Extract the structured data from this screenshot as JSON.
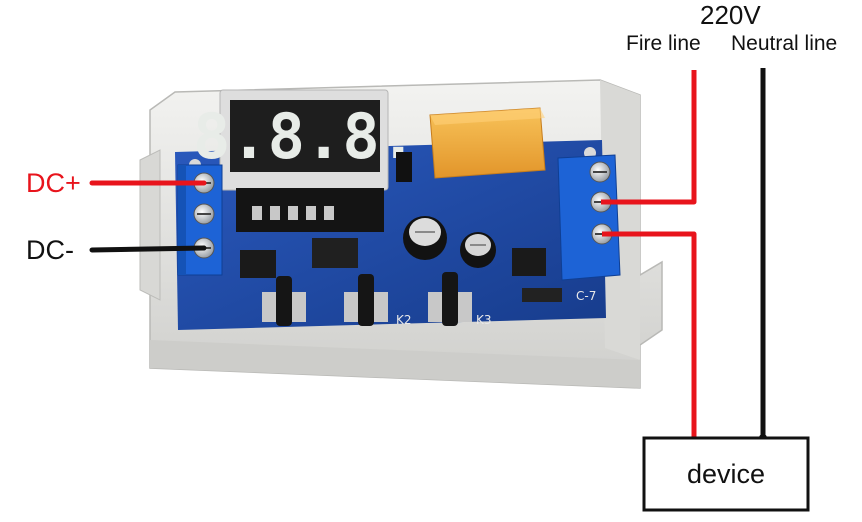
{
  "labels": {
    "voltage": "220V",
    "fire_line": "Fire line",
    "neutral_line": "Neutral line",
    "dc_plus": "DC+",
    "dc_minus": "DC-",
    "device": "device",
    "board_k2": "K2",
    "board_k3": "K3",
    "board_c7": "C-7"
  },
  "display": {
    "digits": "8.8.8."
  },
  "colors": {
    "dc_plus_wire": "#e8141c",
    "dc_minus_wire": "#111111",
    "fire_line_wire": "#e8141c",
    "neutral_line_wire": "#111111",
    "pcb": "#1f4aa8",
    "enclosure": "#e4e4e2",
    "terminal_block": "#1d63d6",
    "relay": "#f2a93a",
    "display_digits": "#e8ece8"
  },
  "icons": {
    "terminal_screw": "terminal-screw-icon",
    "capacitor": "capacitor-icon",
    "push_button": "push-button-icon",
    "relay": "relay-icon"
  }
}
